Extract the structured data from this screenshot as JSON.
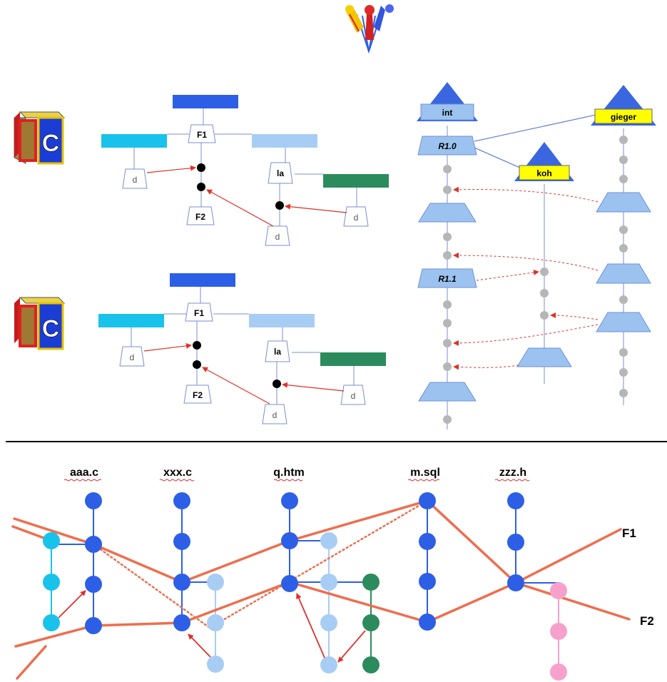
{
  "colors": {
    "dark_blue": "#2d5fe6",
    "cyan": "#19c2ea",
    "light_blue": "#a8cdf4",
    "green": "#2c8b5c",
    "pink": "#f6a1cc",
    "orange": "#ee6e4e",
    "red_arrow": "#e0302a",
    "gray_dot": "#b6b6b6",
    "yellow": "#ffff00",
    "trap_blue": "#9cc3ef",
    "divider": "#000000"
  },
  "icons": {
    "top": "toolkit-logo-icon",
    "block": "c-block-icon"
  },
  "top_diagram": {
    "f1": "F1",
    "f2": "F2",
    "la": "la",
    "d": "d"
  },
  "bottom_left_diagram": {
    "f1": "F1",
    "f2": "F2",
    "la": "la",
    "d": "d"
  },
  "history_diagram": {
    "branches": [
      "int",
      "koh",
      "gieger"
    ],
    "r10": "R1.0",
    "r11": "R1.1"
  },
  "files": [
    "aaa.c",
    "xxx.c",
    "q.htm",
    "m.sql",
    "zzz.h"
  ],
  "feature_lines": {
    "f1": "F1",
    "f2": "F2"
  }
}
